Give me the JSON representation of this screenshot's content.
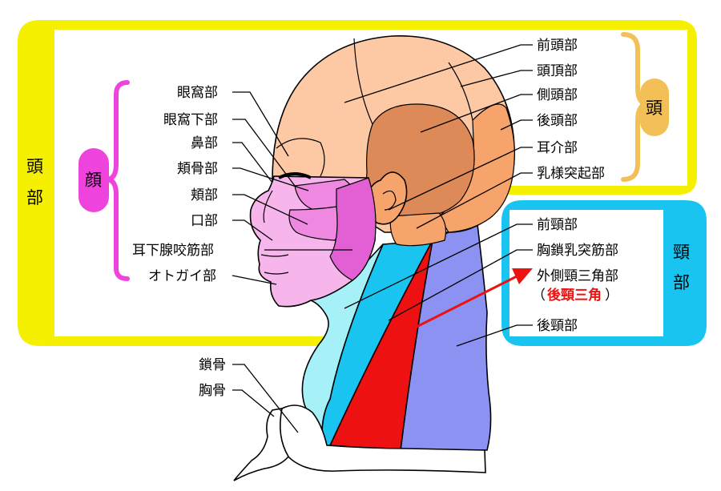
{
  "colors": {
    "head_frame": "#f5f000",
    "neck_frame": "#19c4f0",
    "face_brace": "#ee44dd",
    "head_brace": "#f3c057",
    "frontal": "#fdc9a4",
    "parietal": "#fdc9a4",
    "temporal": "#de8a58",
    "occipital": "#f6a46c",
    "ear": "#f6a46c",
    "mastoid": "#f6a46c",
    "face_pink": "#f6b6ec",
    "face_mid": "#ee88e0",
    "face_dark": "#e35fd4",
    "anterior_neck": "#a6f0f8",
    "sternocleidomastoid": "#19c4f0",
    "posterior_triangle": "#ee1111",
    "posterior_neck": "#8c92f2",
    "arrow": "#ee1111"
  },
  "head_region": {
    "vertical_label": [
      "頭",
      "部"
    ],
    "head_tag": "頭",
    "face_tag": "顔",
    "face_labels": [
      "眼窩部",
      "眼窩下部",
      "鼻部",
      "頬骨部",
      "頬部",
      "口部",
      "耳下腺咬筋部",
      "オトガイ部"
    ],
    "head_labels": [
      "前頭部",
      "頭頂部",
      "側頭部",
      "後頭部",
      "耳介部",
      "乳様突起部"
    ]
  },
  "neck_region": {
    "vertical_label": [
      "頸",
      "部"
    ],
    "labels": [
      "前頸部",
      "胸鎖乳突筋部",
      "外側頸三角部",
      "後頸部"
    ],
    "alias_open": "（",
    "alias": "後頸三角",
    "alias_close": "）"
  },
  "bone_labels": [
    "鎖骨",
    "胸骨"
  ]
}
